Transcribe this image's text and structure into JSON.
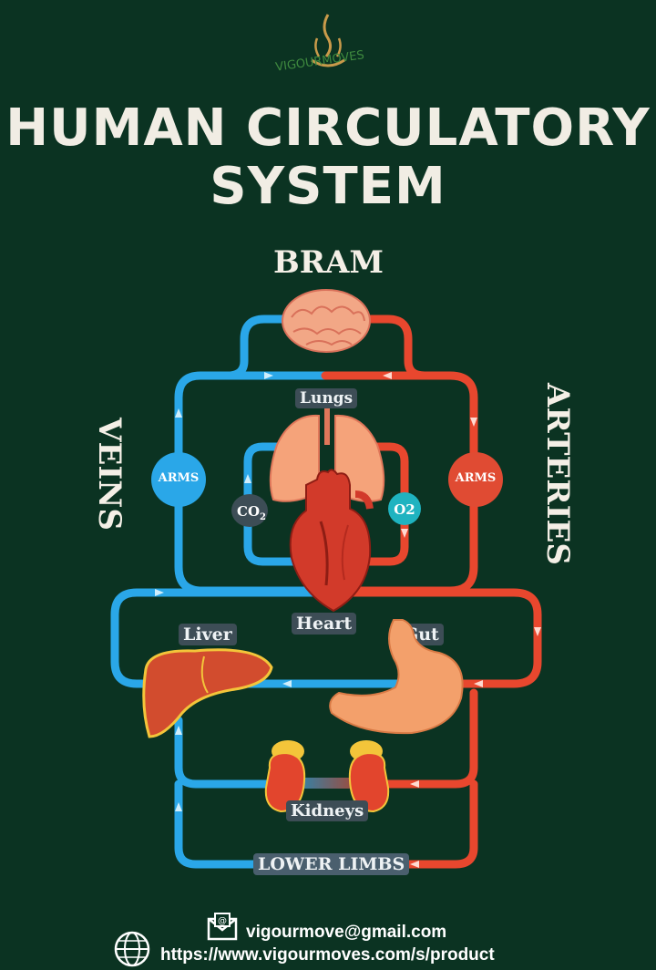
{
  "brand": {
    "name": "VIGOURMOVES"
  },
  "title": {
    "line1": "HUMAN CIRCULATORY",
    "line2": "SYSTEM"
  },
  "labels": {
    "top": "BRAM",
    "veins": "VEINS",
    "arteries": "ARTERIES",
    "arms_left": "ARMS",
    "arms_right": "ARMS",
    "co2": "CO",
    "co2_sub": "2",
    "o2": "O2",
    "lungs": "Lungs",
    "heart": "Heart",
    "liver": "Liver",
    "gut": "Gut",
    "kidneys": "Kidneys",
    "lower_limbs": "LOWER LIMBS"
  },
  "contact": {
    "email": "vigourmove@gmail.com",
    "website": "https://www.vigourmoves.com/s/product"
  },
  "colors": {
    "background": "#0b3322",
    "vein": "#2aa7e8",
    "artery": "#e8472e",
    "text": "#f1ede4",
    "o2_badge": "#1fb3c0"
  },
  "icons": [
    "steam-bowl-logo-icon",
    "brain-icon",
    "lungs-icon",
    "heart-icon",
    "liver-icon",
    "stomach-icon",
    "kidneys-icon",
    "email-icon",
    "globe-icon"
  ]
}
